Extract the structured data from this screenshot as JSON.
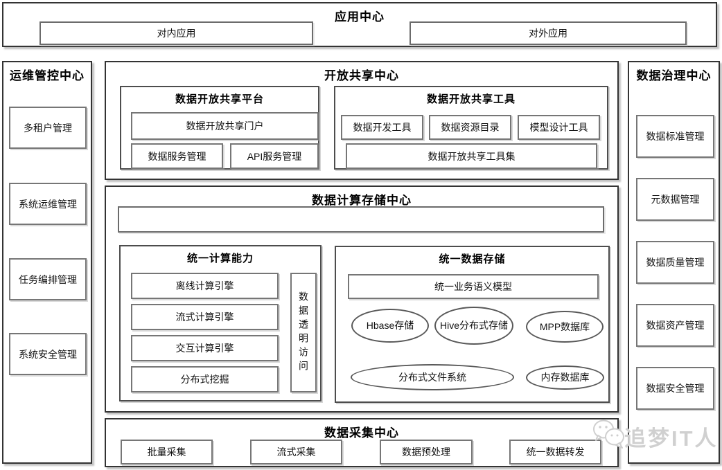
{
  "app_center": {
    "title": "应用中心",
    "internal": "对内应用",
    "external": "对外应用"
  },
  "ops_center": {
    "title": "运维管控中心",
    "items": [
      "多租户管理",
      "系统运维管理",
      "任务编排管理",
      "系统安全管理"
    ]
  },
  "governance_center": {
    "title": "数据治理中心",
    "items": [
      "数据标准管理",
      "元数据管理",
      "数据质量管理",
      "数据资产管理",
      "数据安全管理"
    ]
  },
  "open_share_center": {
    "title": "开放共享中心",
    "platform": {
      "title": "数据开放共享平台",
      "portal": "数据开放共享门户",
      "items": [
        "数据服务管理",
        "API服务管理"
      ]
    },
    "tools": {
      "title": "数据开放共享工具",
      "items": [
        "数据开发工具",
        "数据资源目录",
        "模型设计工具"
      ],
      "toolset": "数据开放共享工具集"
    }
  },
  "compute_storage_center": {
    "title": "数据计算存储中心",
    "compute": {
      "title": "统一计算能力",
      "engines": [
        "离线计算引擎",
        "流式计算引擎",
        "交互计算引擎",
        "分布式挖掘"
      ],
      "vertical_label": "数据透明访问"
    },
    "storage": {
      "title": "统一数据存储",
      "model": "统一业务语义模型",
      "row1": [
        "Hbase存储",
        "Hive分布式存储",
        "MPP数据库"
      ],
      "row2": [
        "分布式文件系统",
        "内存数据库"
      ]
    }
  },
  "collect_center": {
    "title": "数据采集中心",
    "items": [
      "批量采集",
      "流式采集",
      "数据预处理",
      "统一数据转发"
    ]
  },
  "watermark": {
    "text": "追梦IT人",
    "icon": "wechat-icon",
    "color": "#d0d0d0"
  },
  "colors": {
    "border_dark": "#333333",
    "border_mid": "#4d4d4d",
    "border_light": "#767676",
    "text": "#111111"
  }
}
